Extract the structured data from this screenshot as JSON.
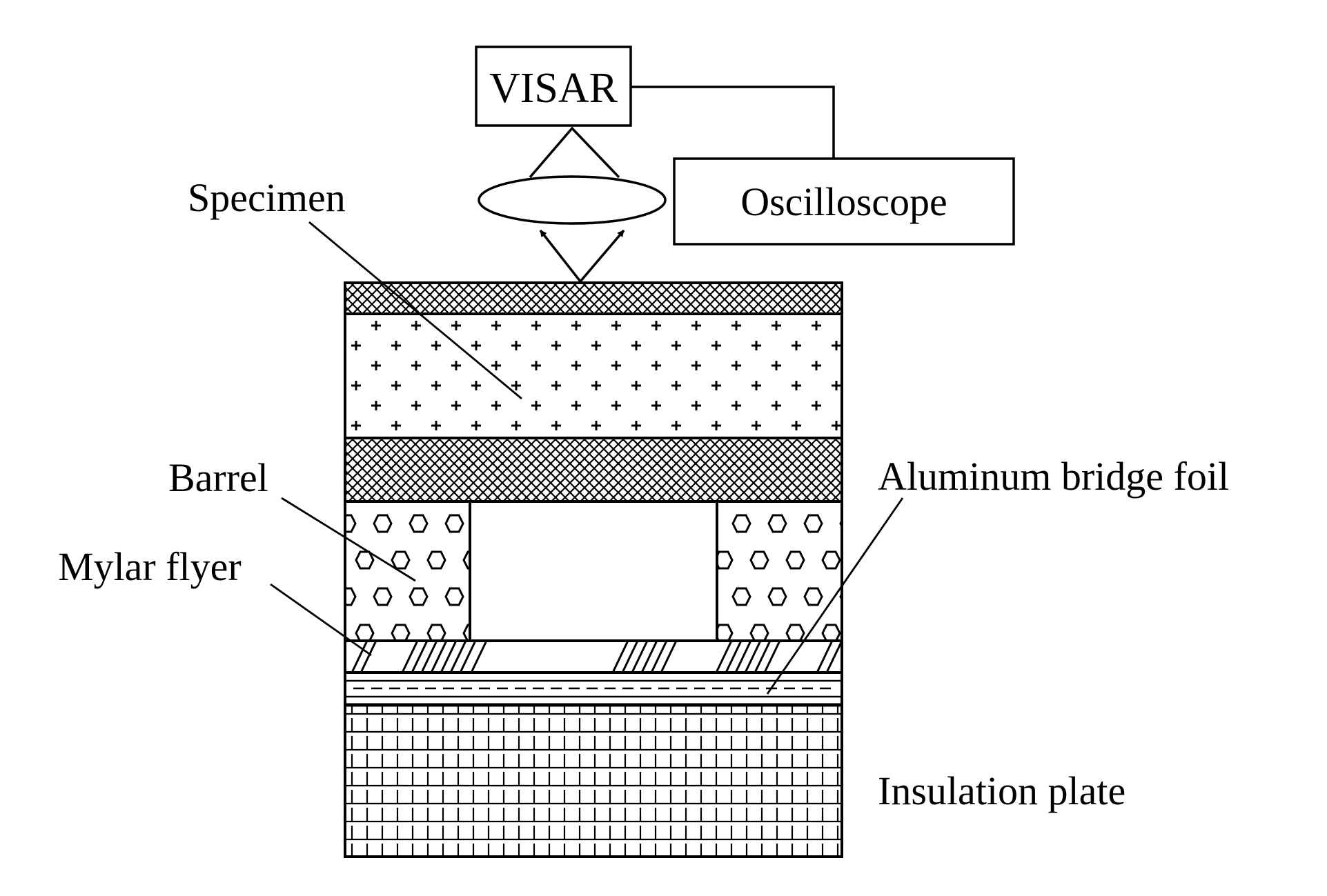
{
  "diagram": {
    "boxes": {
      "visar": "VISAR",
      "oscilloscope": "Oscilloscope"
    },
    "labels": {
      "specimen": "Specimen",
      "barrel": "Barrel",
      "mylar_flyer": "Mylar flyer",
      "aluminum_bridge_foil": "Aluminum bridge foil",
      "insulation_plate": "Insulation plate"
    },
    "colors": {
      "stroke": "#000000",
      "background": "#ffffff"
    }
  }
}
